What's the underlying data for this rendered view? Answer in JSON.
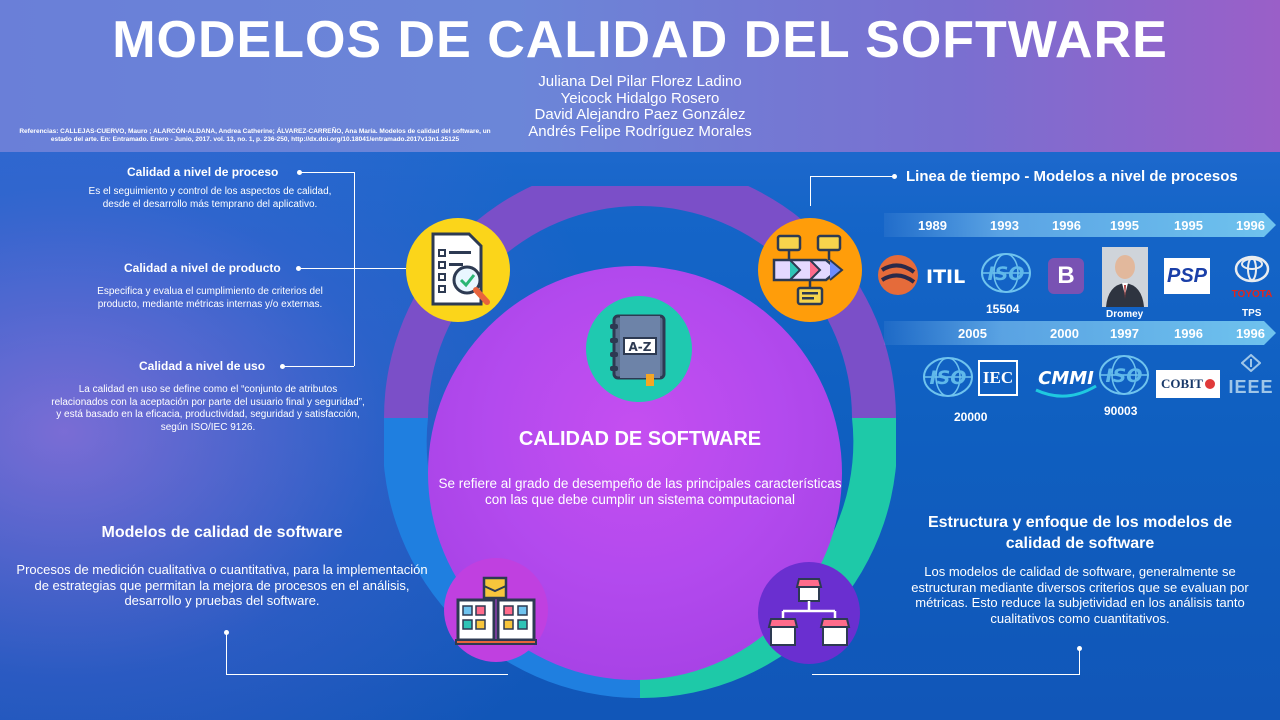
{
  "header": {
    "title": "MODELOS DE CALIDAD DEL SOFTWARE",
    "authors": [
      "Juliana Del Pilar Florez Ladino",
      "Yeicock Hidalgo Rosero",
      "David Alejandro Paez González",
      "Andrés Felipe Rodríguez Morales"
    ],
    "references": "Referencias: CALLEJAS-CUERVO, Mauro ; ALARCÓN-ALDANA, Andrea Catherine; ÁLVAREZ-CARREÑO, Ana María. Modelos de calidad del software, un estado del arte. En: Entramado. Enero - Junio, 2017. vol. 13, no. 1, p. 236-250, http://dx.doi.org/10.18041/entramado.2017v13n1.25125"
  },
  "left_sections": {
    "proceso": {
      "title": "Calidad a nivel de proceso",
      "text": "Es el seguimiento y control de los aspectos de calidad, desde el desarrollo más temprano del aplicativo."
    },
    "producto": {
      "title": "Calidad a nivel de producto",
      "text": "Especifica y evalua el cumplimiento de criterios del producto, mediante métricas internas y/o externas."
    },
    "uso": {
      "title": "Calidad a nivel de uso",
      "text": "La calidad en uso se define como el “conjunto de atributos relacionados con la aceptación por parte del usuario final y seguridad”, y está basado en la eficacia, productividad, seguridad y satisfacción, según ISO/IEC 9126."
    }
  },
  "center": {
    "title": "CALIDAD DE SOFTWARE",
    "text": "Se refiere al grado de desempeño de las principales características con las que debe cumplir un sistema computacional"
  },
  "bottom_left": {
    "title": "Modelos de calidad de software",
    "text": "Procesos de medición cualitativa o cuantitativa, para la implementación de estrategias que permitan la mejora de procesos en el análisis, desarrollo y pruebas del software."
  },
  "bottom_right": {
    "title": "Estructura y enfoque de los modelos de calidad de software",
    "text": "Los modelos de calidad de software, generalmente se estructuran mediante diversos criterios que se evaluan por métricas. Esto reduce la subjetividad en los análisis tanto cualitativos como cuantitativos."
  },
  "timeline": {
    "title": "Linea de tiempo - Modelos a nivel de procesos",
    "row1_years": [
      "1989",
      "1993",
      "1996",
      "1995",
      "1995",
      "1996"
    ],
    "row2_years": [
      "2005",
      "2000",
      "1997",
      "1996",
      "1996"
    ],
    "logos": {
      "itil": "ITIL",
      "iso": "ISO",
      "bootstrap": "B",
      "psp": "PSP",
      "toyota": "TOYOTA",
      "iec": "IEC",
      "cmmi": "CMMI",
      "cobit": "COBIT",
      "ieee": "IEEE"
    },
    "labels": {
      "iso_15504": "15504",
      "dromey": "Dromey",
      "tps": "TPS",
      "iso_20000": "20000",
      "iso_90003": "90003"
    }
  },
  "icons": {
    "top_left": "checklist-document-icon",
    "top_right": "process-flow-icon",
    "center": "a-z-book-icon",
    "bottom_left": "open-book-blocks-icon",
    "bottom_right": "store-network-icon"
  },
  "colors": {
    "ring_top": "#7b4fc8",
    "ring_left": "#1f7fe0",
    "ring_right": "#1ec9a8",
    "inner": "#b74aee",
    "yellow": "#fbd51a",
    "orange": "#ff9d0a",
    "pink": "#c040e0",
    "violet": "#6a2fd0"
  }
}
